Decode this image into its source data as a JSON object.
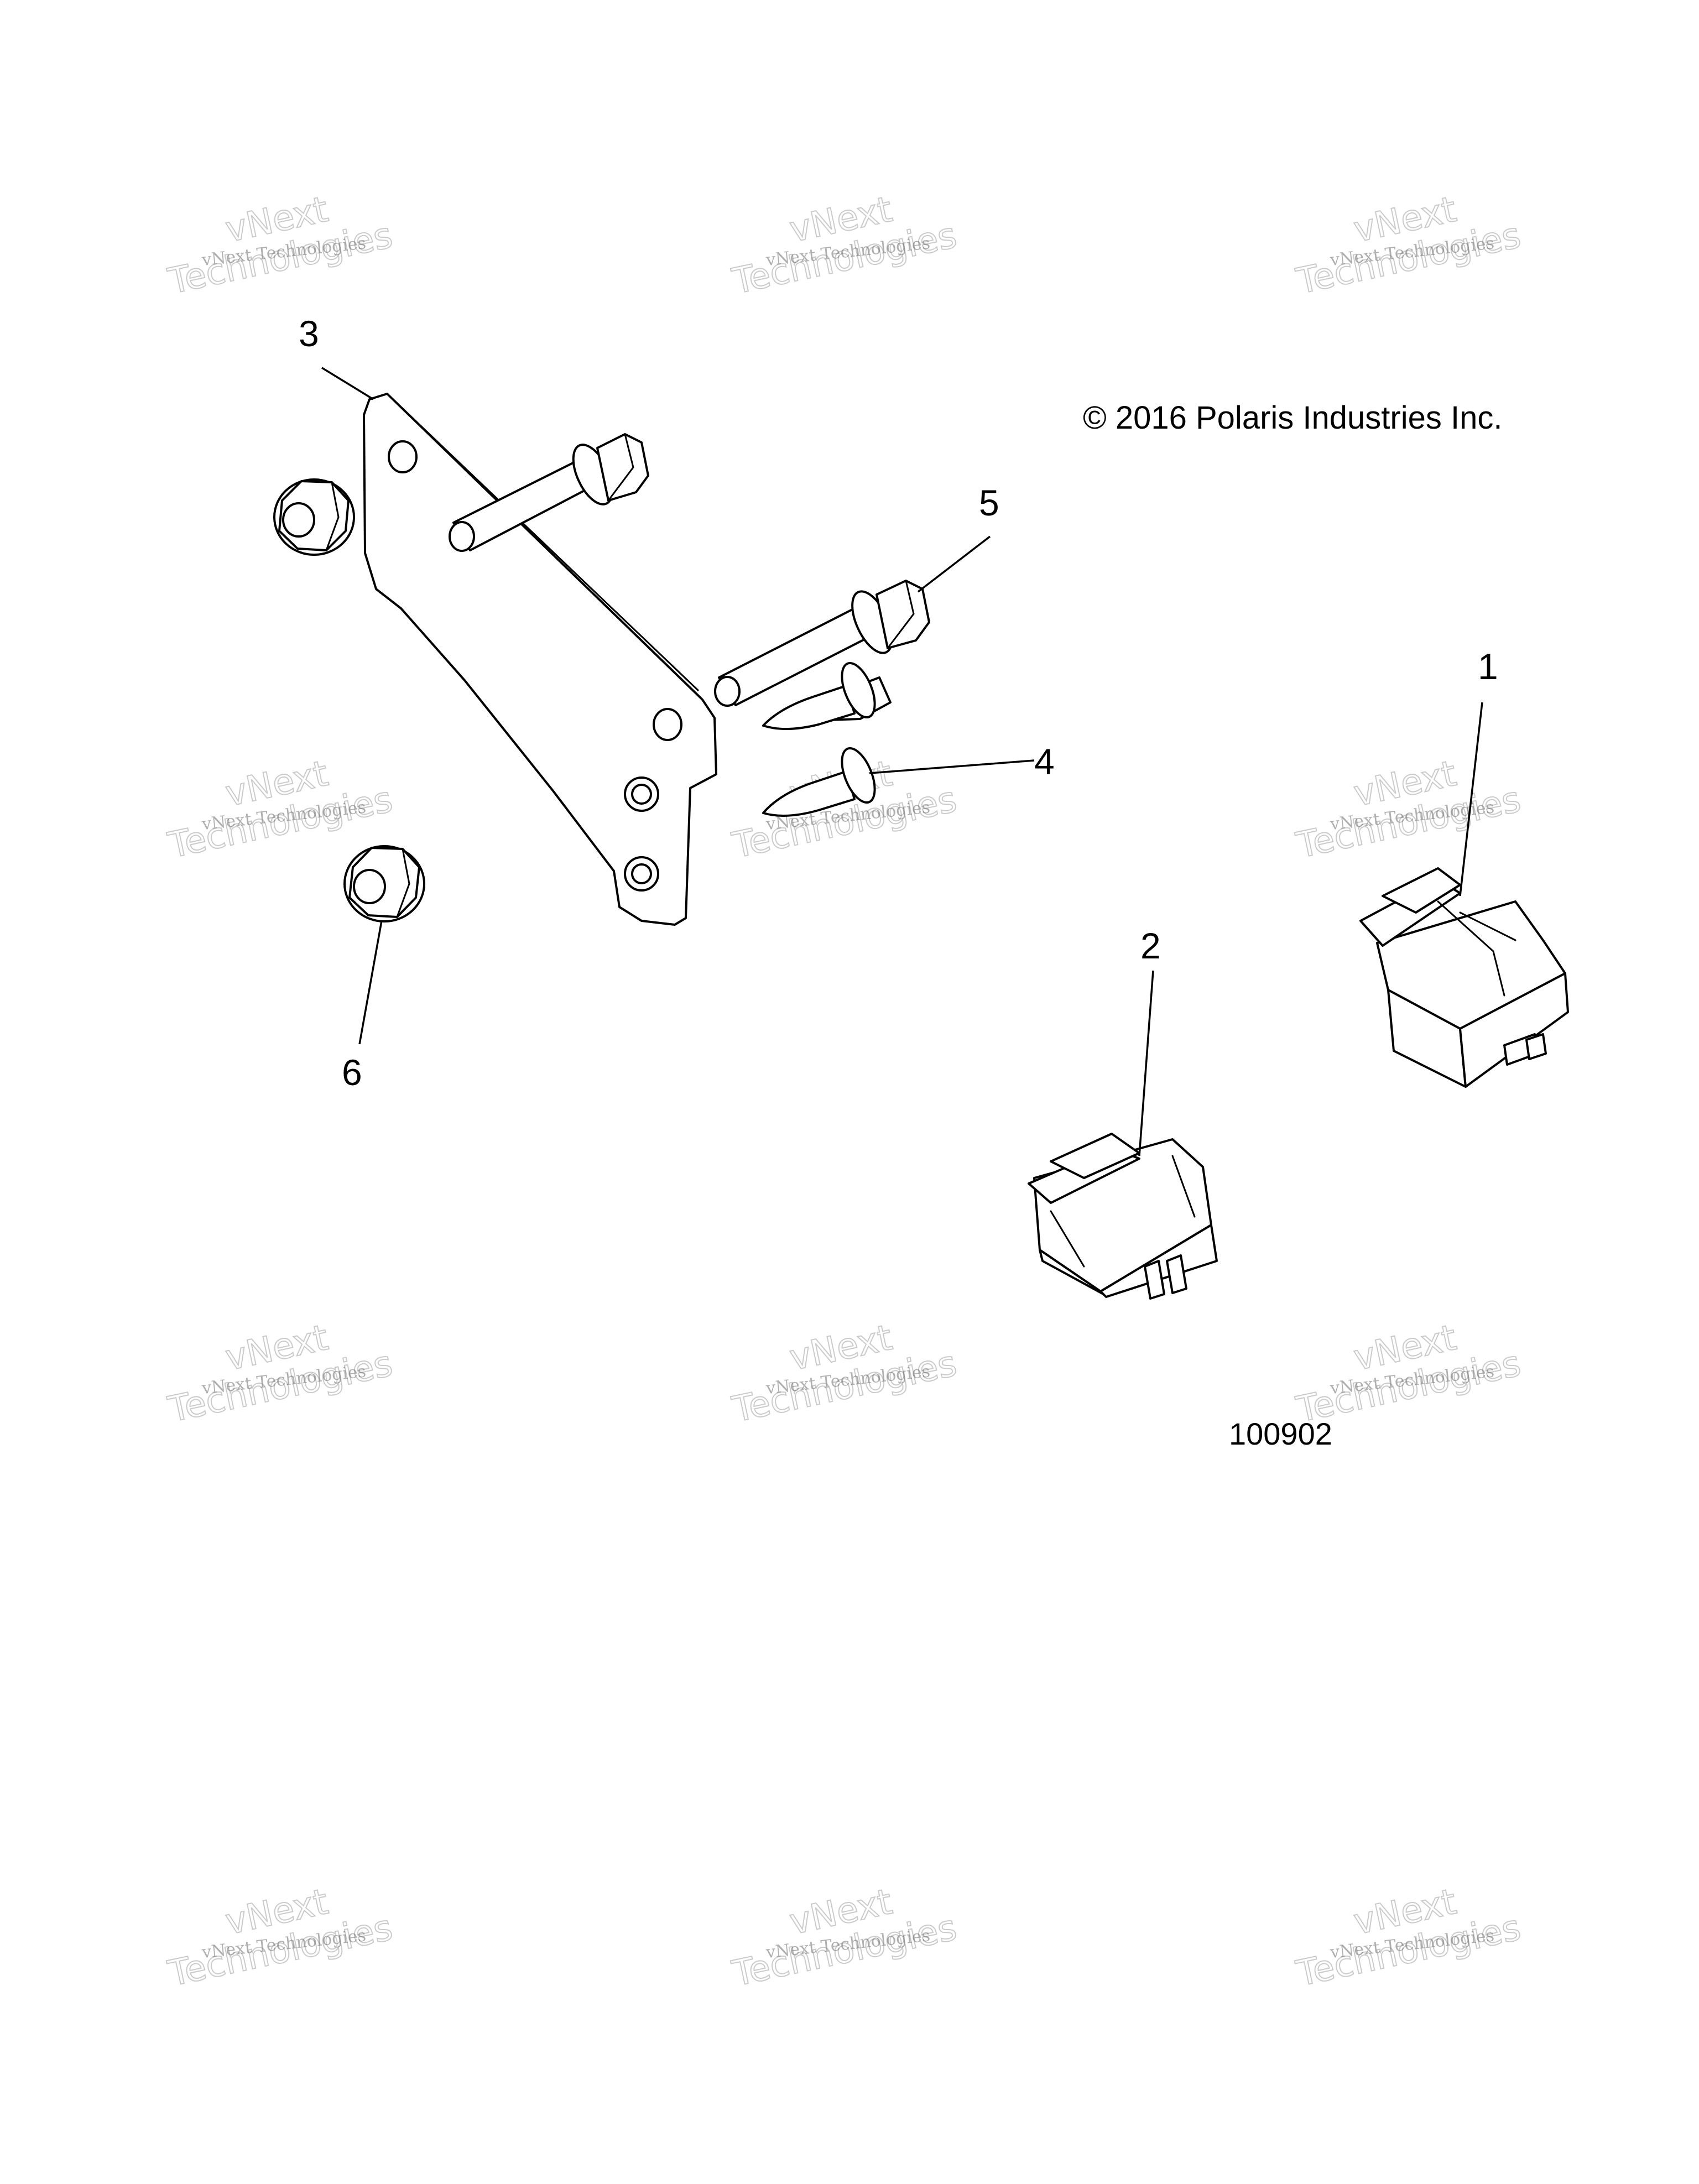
{
  "copyright": "© 2016 Polaris Industries Inc.",
  "figure_number": "100902",
  "callouts": [
    "1",
    "2",
    "3",
    "4",
    "5",
    "6"
  ],
  "watermark": {
    "small": "vNext Technologies",
    "big_line1": "vNext",
    "big_line2": "Technologies"
  }
}
